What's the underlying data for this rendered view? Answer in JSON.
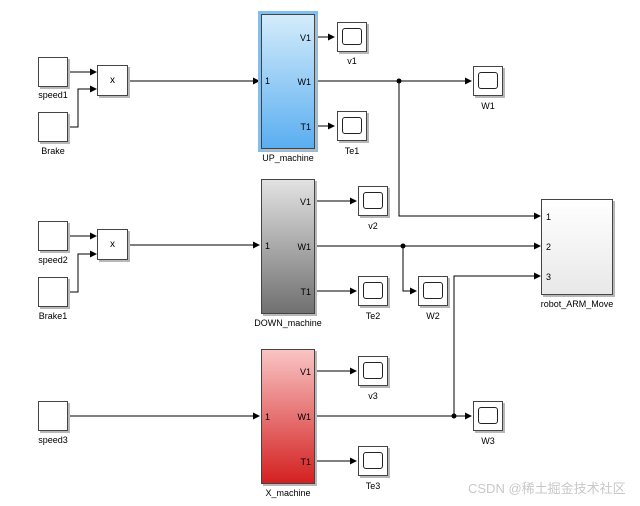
{
  "diagram": {
    "sources": {
      "speed1": "speed1",
      "brake": "Brake",
      "speed2": "speed2",
      "brake1": "Brake1",
      "speed3": "speed3"
    },
    "product_symbol": "x",
    "subsystems": {
      "up": {
        "name": "UP_machine",
        "in_port": "1",
        "out_ports": [
          "V1",
          "W1",
          "T1"
        ]
      },
      "down": {
        "name": "DOWN_machine",
        "in_port": "1",
        "out_ports": [
          "V1",
          "W1",
          "T1"
        ]
      },
      "x": {
        "name": "X_machine",
        "in_port": "1",
        "out_ports": [
          "V1",
          "W1",
          "T1"
        ]
      },
      "robot": {
        "name": "robot_ARM_Move",
        "in_ports": [
          "1",
          "2",
          "3"
        ]
      }
    },
    "scopes": {
      "v1": "v1",
      "te1": "Te1",
      "w1": "W1",
      "v2": "v2",
      "te2": "Te2",
      "w2": "W2",
      "v3": "v3",
      "te3": "Te3",
      "w3": "W3"
    },
    "colors": {
      "up_top": "#d4ecfb",
      "up_bottom": "#5aaef0",
      "down_top": "#e2e2e2",
      "down_bottom": "#707070",
      "x_top": "#f9c4c4",
      "x_bottom": "#d42020",
      "wire": "#000000",
      "selection": "#80bff2"
    }
  },
  "watermark": "CSDN @稀土掘金技术社区"
}
